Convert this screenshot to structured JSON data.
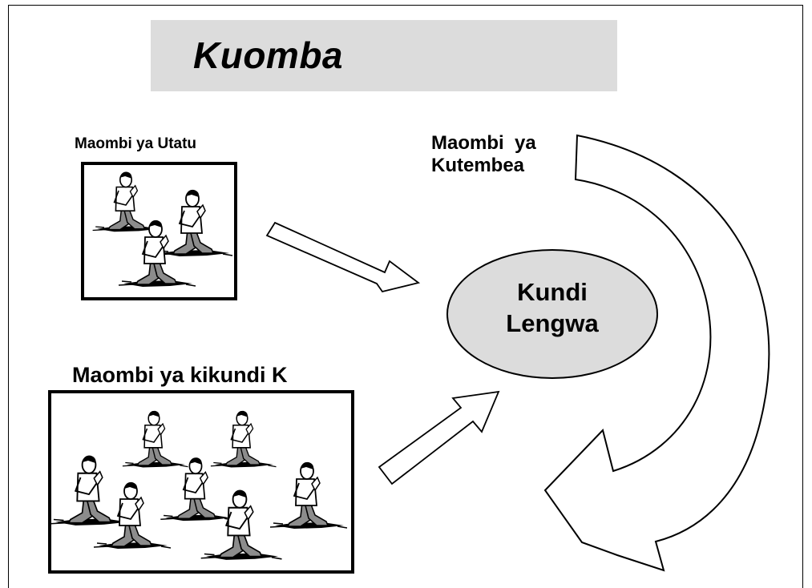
{
  "slide": {
    "title": "Kuomba"
  },
  "labels": {
    "triad": "Maombi ya Utatu",
    "walking_line1": "Maombi  ya",
    "walking_line2": "Kutembea",
    "group": "Maombi ya kikundi K"
  },
  "target": {
    "line1": "Kundi",
    "line2": "Lengwa"
  },
  "colors": {
    "title_background": "#dcdcdc",
    "ellipse_fill": "#dcdcdc",
    "stroke": "#000000",
    "figure_pants": "#8c8c8c"
  },
  "icons": {
    "person": "kneeling-praying-person-icon",
    "arrow": "hollow-arrow"
  }
}
